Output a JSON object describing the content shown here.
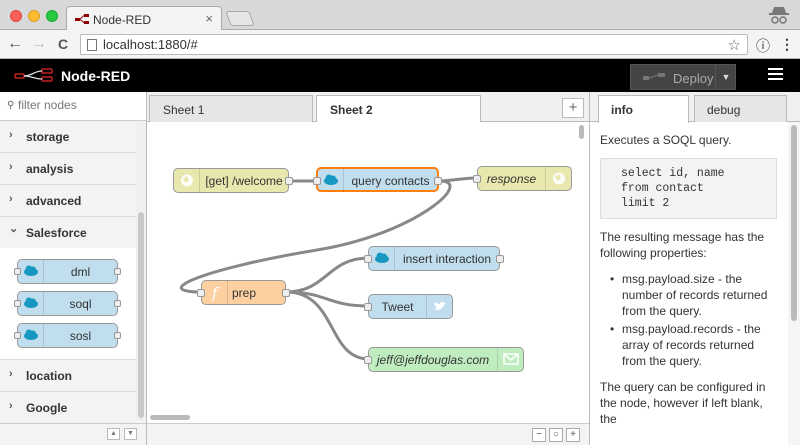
{
  "browser": {
    "tab_title": "Node-RED",
    "tab_close": "×",
    "url": "localhost:1880/#",
    "back_icon": "←",
    "forward_icon": "→",
    "reload_icon": "C",
    "star_icon": "☆",
    "info_icon": "ⓘ",
    "menu_icon": "⋮"
  },
  "header": {
    "title": "Node-RED",
    "deploy_label": "Deploy",
    "deploy_caret": "▼"
  },
  "palette": {
    "filter_placeholder": "filter nodes",
    "search_icon": "⚲",
    "categories": [
      {
        "label": "storage",
        "chevron": "›"
      },
      {
        "label": "analysis",
        "chevron": "›"
      },
      {
        "label": "advanced",
        "chevron": "›"
      },
      {
        "label": "Salesforce",
        "chevron": "⌄"
      },
      {
        "label": "location",
        "chevron": "›"
      },
      {
        "label": "Google",
        "chevron": "›"
      }
    ],
    "salesforce_nodes": [
      "dml",
      "soql",
      "sosl"
    ],
    "footer_up": "▲",
    "footer_down": "▼"
  },
  "workspace": {
    "tabs": [
      "Sheet 1",
      "Sheet 2"
    ],
    "add_tab": "+",
    "nodes": {
      "get_welcome": "[get] /welcome",
      "query_contacts": "query contacts",
      "response": "response",
      "insert_interaction": "insert interaction",
      "prep": "prep",
      "tweet": "Tweet",
      "email": "jeff@jeffdouglas.com"
    },
    "zoom_out": "−",
    "zoom_reset": "○",
    "zoom_in": "+"
  },
  "sidebar": {
    "tabs": [
      "info",
      "debug"
    ],
    "intro": "Executes a SOQL query.",
    "code_lines": [
      "select id, name",
      "from contact",
      "limit 2"
    ],
    "result_text": "The resulting message has the following properties:",
    "bullets": [
      "msg.payload.size - the number of records returned from the query.",
      "msg.payload.records - the array of records returned from the query."
    ],
    "footer_text": "The query can be configured in the node, however if left blank, the"
  },
  "colors": {
    "salesforce_node": "#c0deed",
    "http_node": "#e7e7ae",
    "function_node": "#fdd0a2",
    "email_node": "#c0edc0",
    "selected_border": "#ff7f0e",
    "wire": "#888888",
    "header_bg": "#000000"
  },
  "icons": {
    "salesforce": "cloud-icon",
    "http": "globe-icon",
    "function": "function-icon",
    "twitter": "bird-icon",
    "email": "envelope-icon"
  }
}
